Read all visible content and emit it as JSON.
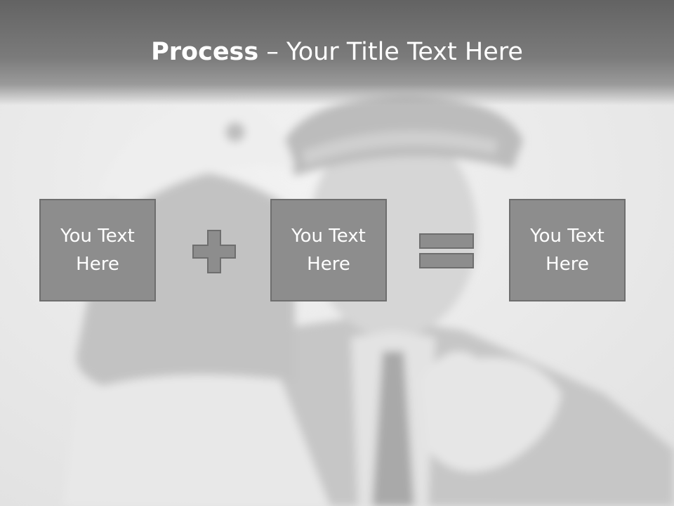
{
  "slide": {
    "title_bold": "Process",
    "title_separator": " – ",
    "title_rest": "Your Title Text Here"
  },
  "process": {
    "boxes": [
      {
        "text": "You Text\nHere"
      },
      {
        "text": "You Text\nHere"
      },
      {
        "text": "You Text\nHere"
      }
    ],
    "operators": [
      "plus-icon",
      "equals-icon"
    ]
  },
  "colors": {
    "header": "#6e6e6e",
    "box_fill": "#8d8d8d",
    "box_border": "#6e6e6e",
    "operator_fill": "#8d8d8d",
    "text": "#ffffff"
  }
}
